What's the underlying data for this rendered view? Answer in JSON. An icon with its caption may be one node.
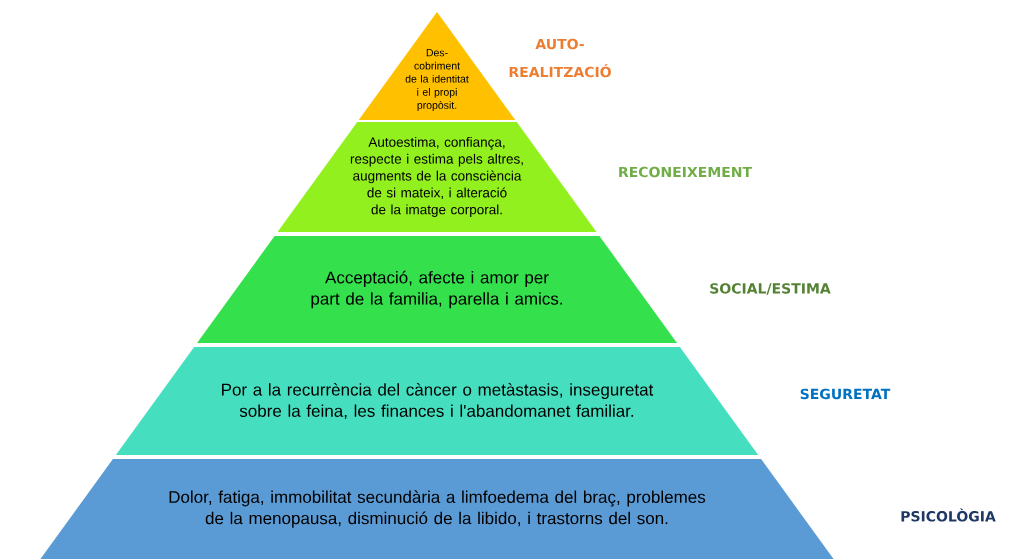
{
  "diagram": {
    "nodes": [
      {
        "text": [
          "Des- cobriment de la identitat i el propi propòsit."
        ]
      },
      {
        "text": [
          "Autoestima, confiança, respecte i estima pels altres, augments de la consciència de si mateix, i alteració de la imatge corporal."
        ]
      },
      {
        "text": [
          "Acceptació, afecte i amor per part de la familia, parella i amics."
        ]
      },
      {
        "text": [
          "Por a la recurrència del càncer o metàstasis, inseguretat sobre la feina, les finances i l'abandomanet familiar."
        ]
      },
      {
        "text": [
          "Dolor, fatiga, immobilitat secundària a limfoedema del braç, problemes de la menopausa, disminució de la libido, i trastorns del son."
        ]
      }
    ],
    "labels": [
      "AUTO- REALITZACIÓ",
      "RECONEIXEMENT",
      "SOCIAL/ESTIMA",
      "SEGURETAT",
      "PSICOLÒGIA"
    ]
  }
}
